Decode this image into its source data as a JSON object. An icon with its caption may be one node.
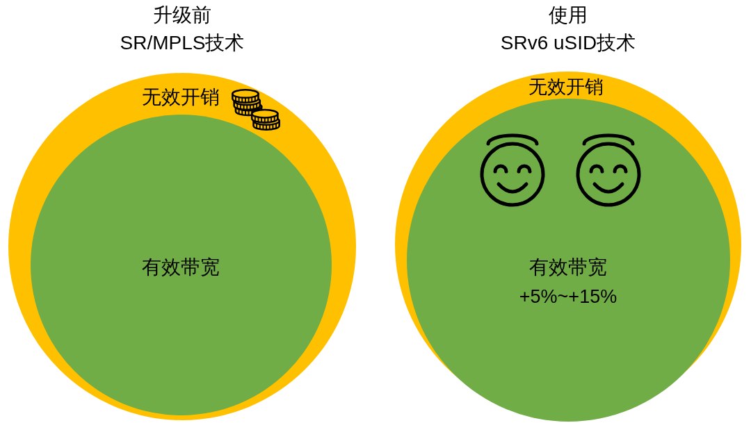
{
  "diagram": {
    "nodes": [
      {
        "text": [
          "升级前 SR/MPLS技术",
          "无效开销"
        ]
      },
      {
        "text": [
          "有效带宽"
        ],
        "in": 0
      },
      {
        "text": [
          "使用 SRv6 uSID技术",
          "无效开销"
        ]
      },
      {
        "text": [
          "有效带宽",
          "+5%~+15%"
        ],
        "in": 2
      }
    ]
  }
}
